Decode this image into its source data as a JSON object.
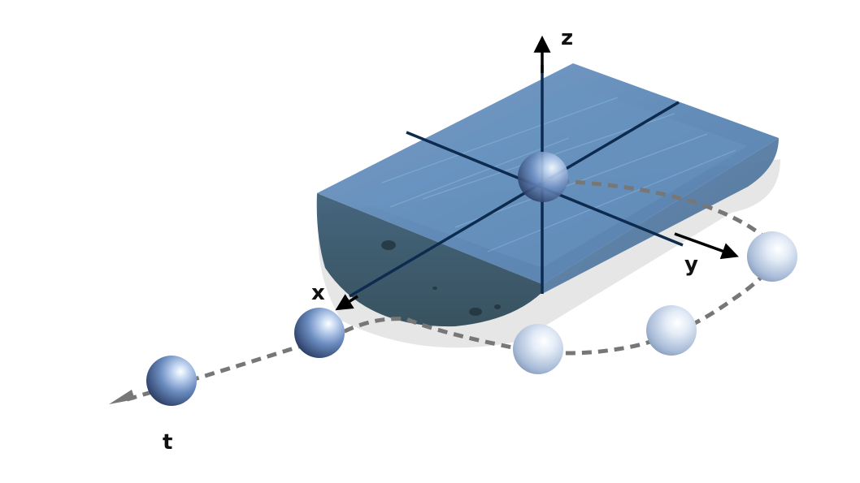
{
  "axes": {
    "x_label": "x",
    "y_label": "y",
    "z_label": "z",
    "t_label": "t"
  },
  "colors": {
    "crystal_top": "#5b86b8",
    "crystal_dark": "#3f5f7f",
    "axis_dark": "#0d2a4f",
    "trajectory": "#777777",
    "sphere_blue": "#6f8fc4",
    "sphere_pale": "#c7d4e8"
  },
  "spheres": [
    {
      "name": "sphere-at-origin",
      "shade": "blue"
    },
    {
      "name": "sphere-trajectory-1",
      "shade": "pale"
    },
    {
      "name": "sphere-trajectory-2",
      "shade": "pale"
    },
    {
      "name": "sphere-trajectory-3",
      "shade": "pale"
    },
    {
      "name": "sphere-trajectory-4",
      "shade": "blue"
    },
    {
      "name": "sphere-trajectory-5",
      "shade": "blue"
    }
  ]
}
